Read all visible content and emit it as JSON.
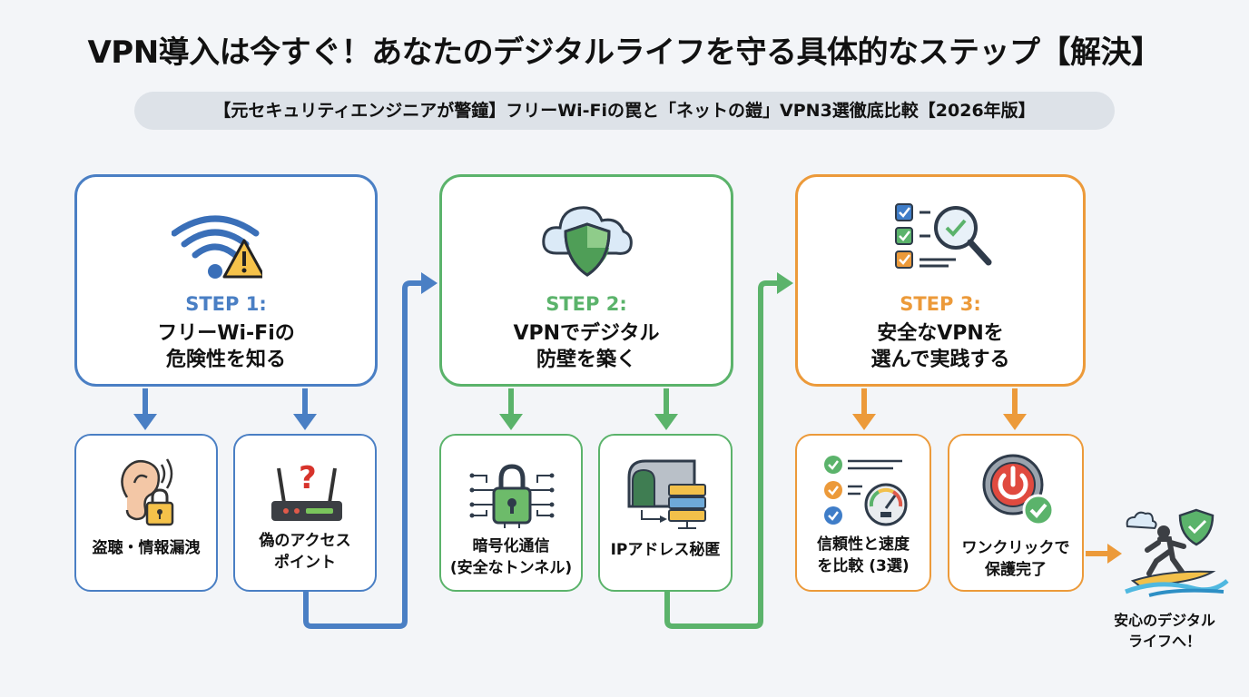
{
  "title": "VPN導入は今すぐ！あなたのデジタルライフを守る具体的なステップ【解決】",
  "subtitle": "【元セキュリティエンジニアが警鐘】フリーWi-Fiの罠と「ネットの鎧」VPN3選徹底比較【2026年版】",
  "colors": {
    "step1": "#4a7fc4",
    "step2": "#5bb36b",
    "step3": "#ec9a3a"
  },
  "steps": [
    {
      "label": "STEP 1:",
      "title": "フリーWi-Fiの\n危険性を知る",
      "icon": "wifi-warning-icon",
      "items": [
        {
          "label": "盗聴・情報漏洩",
          "icon": "ear-lock-icon"
        },
        {
          "label": "偽のアクセス\nポイント",
          "icon": "router-question-icon"
        }
      ]
    },
    {
      "label": "STEP 2:",
      "title": "VPNでデジタル\n防壁を築く",
      "icon": "cloud-shield-icon",
      "items": [
        {
          "label": "暗号化通信\n(安全なトンネル)",
          "icon": "circuit-lock-icon"
        },
        {
          "label": "IPアドレス秘匿",
          "icon": "tunnel-server-icon"
        }
      ]
    },
    {
      "label": "STEP 3:",
      "title": "安全なVPNを\n選んで実践する",
      "icon": "checklist-magnifier-icon",
      "items": [
        {
          "label": "信頼性と速度\nを比較 (3選)",
          "icon": "checklist-gauge-icon"
        },
        {
          "label": "ワンクリックで\n保護完了",
          "icon": "power-button-icon"
        }
      ]
    }
  ],
  "final": {
    "label": "安心のデジタル\nライフへ！",
    "icon": "surfer-shield-icon"
  }
}
